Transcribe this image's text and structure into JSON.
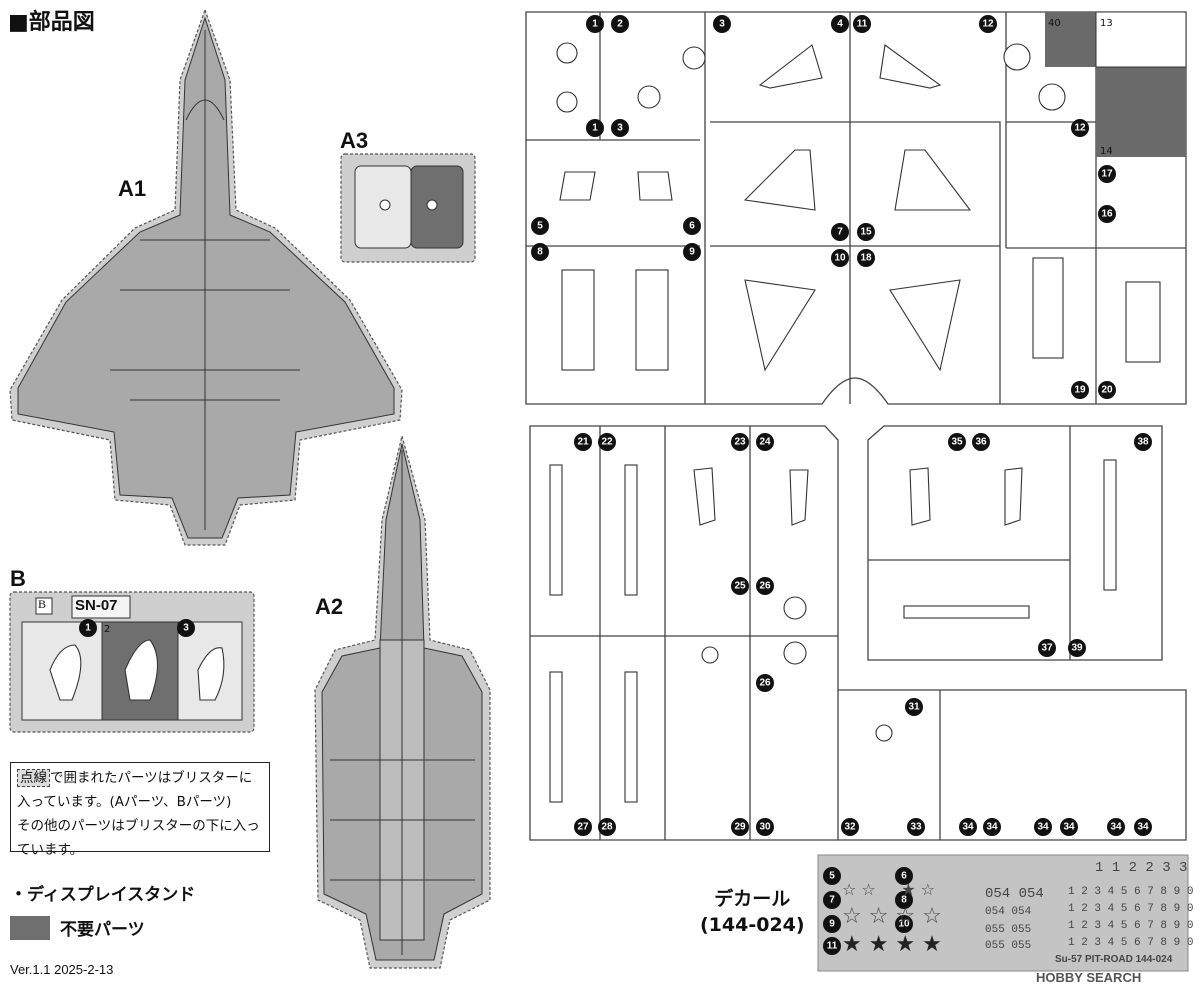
{
  "title": "■部品図",
  "labels": {
    "a1": "A1",
    "a2": "A2",
    "a3": "A3",
    "b": "B"
  },
  "b_blister": {
    "code_letter": "B",
    "code": "SN-07",
    "num1": "1",
    "num2": "2",
    "num3": "3"
  },
  "a3_small": {
    "n1": "40",
    "n2": "13",
    "n3": "14"
  },
  "note": {
    "key": "点線",
    "line1_rest": "で囲まれたパーツはブリスターに",
    "line2": "入っています。(Aパーツ、Bパーツ)",
    "line3": "その他のパーツはブリスターの下に入っ",
    "line4": "ています。"
  },
  "stand_label": "・ディスプレイスタンド",
  "unneeded_label": "不要パーツ",
  "version": "Ver.1.1  2025-2-13",
  "decal": {
    "title": "デカール",
    "code": "(144-024)",
    "footer": "Su-57 PIT-ROAD 144-024",
    "top_right": "1 1 2 2 3 3",
    "n054a": "054  054",
    "n054b": "054  054",
    "n055a": "055  055",
    "n055b": "055  055",
    "digits": "1 2 3 4 5 6 7 8 9 0"
  },
  "watermark": "HOBBY SEARCH",
  "part_numbers": [
    "1",
    "2",
    "3",
    "4",
    "11",
    "12",
    "1",
    "3",
    "12",
    "17",
    "16",
    "5",
    "6",
    "7",
    "15",
    "8",
    "9",
    "10",
    "18",
    "19",
    "20",
    "21",
    "22",
    "23",
    "24",
    "35",
    "36",
    "38",
    "25",
    "26",
    "26",
    "37",
    "39",
    "31",
    "27",
    "28",
    "29",
    "30",
    "32",
    "33",
    "34",
    "34",
    "34",
    "34",
    "34",
    "34",
    "5",
    "6",
    "7",
    "8",
    "9",
    "10",
    "11"
  ],
  "colors": {
    "unneeded": "#6f6f6f",
    "blister": "#cfcfcf"
  }
}
